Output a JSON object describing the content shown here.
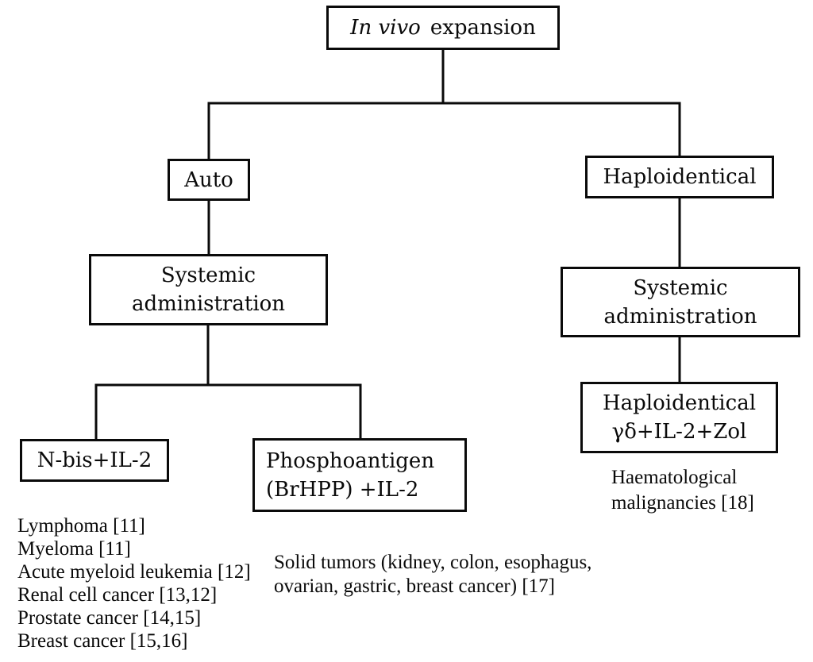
{
  "diagram": {
    "title": "In vivo expansion flowchart",
    "colors": {
      "line": "#0a0a0a",
      "background": "#ffffff",
      "text": "#0a0a0a"
    },
    "nodes": {
      "root": {
        "label_italic": "In vivo",
        "label_rest": "expansion"
      },
      "auto": {
        "label": "Auto"
      },
      "haploidentical": {
        "label": "Haploidentical"
      },
      "systemic_left": {
        "line1": "Systemic",
        "line2": "administration"
      },
      "systemic_right": {
        "line1": "Systemic",
        "line2": "administration"
      },
      "nbis": {
        "label": "N-bis+IL-2"
      },
      "phosphoantigen": {
        "line1": "Phosphoantigen",
        "line2": "(BrHPP) +IL-2"
      },
      "haplo_zol": {
        "line1": "Haploidentical",
        "line2": "γδ+IL-2+Zol"
      }
    },
    "annotations": {
      "haematological": {
        "line1": "Haematological",
        "line2": "malignancies [18]"
      },
      "left_list": [
        "Lymphoma [11]",
        "Myeloma [11]",
        "Acute myeloid leukemia [12]",
        "Renal cell cancer [13,12]",
        "Prostate cancer [14,15]",
        "Breast cancer [15,16]"
      ],
      "solid_tumors": {
        "line1": "Solid tumors (kidney, colon, esophagus,",
        "line2": "ovarian, gastric, breast cancer) [17]"
      }
    }
  }
}
